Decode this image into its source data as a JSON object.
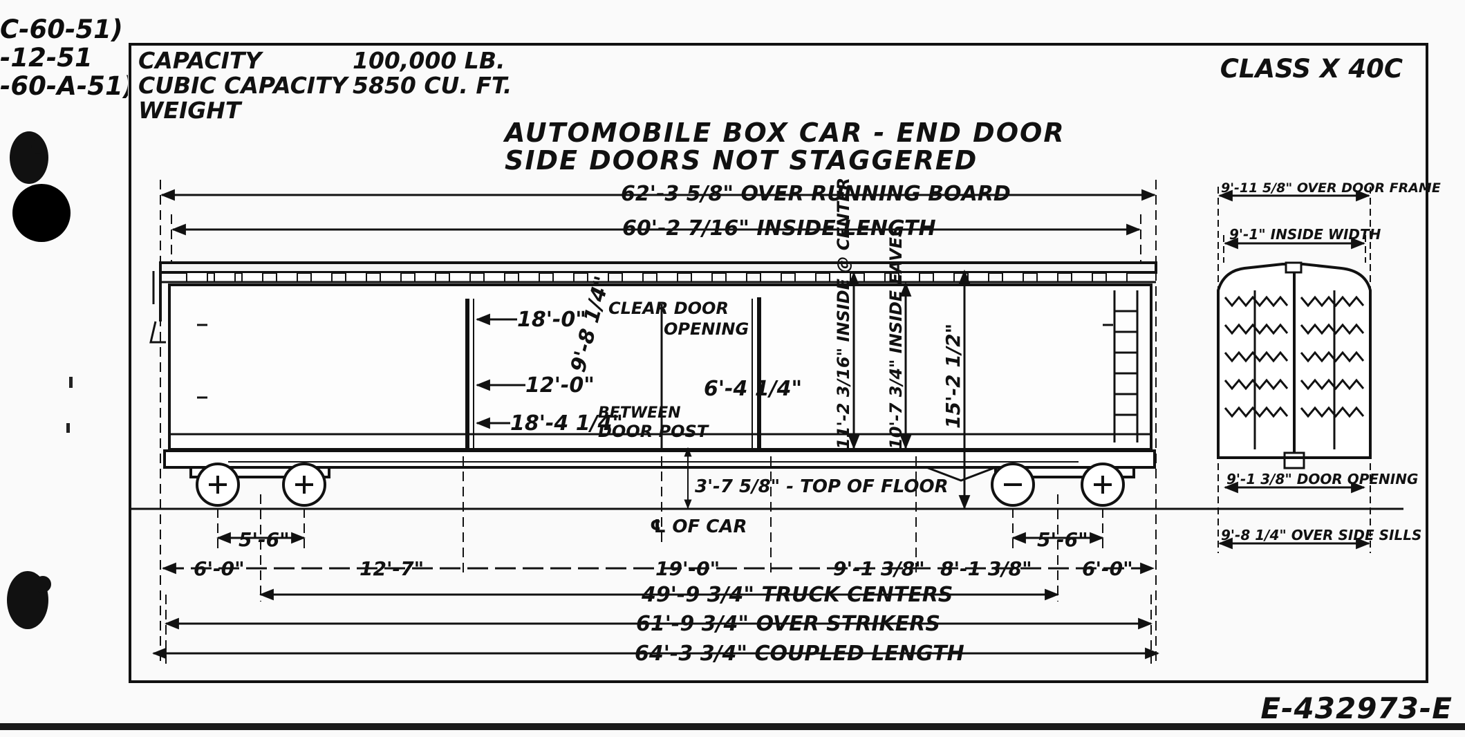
{
  "margin_notes": [
    "C-60-51)",
    "-12-51",
    "-60-A-51)"
  ],
  "specs": [
    {
      "label": "CAPACITY",
      "value": "100,000 LB."
    },
    {
      "label": "CUBIC CAPACITY",
      "value": "5850 CU. FT."
    },
    {
      "label": "WEIGHT",
      "value": ""
    }
  ],
  "class_label": "CLASS X 40C",
  "title": {
    "line1": "AUTOMOBILE BOX CAR - END DOOR",
    "line2": "SIDE DOORS NOT STAGGERED"
  },
  "side_view": {
    "over_running_board": "62'-3 5/8\" OVER RUNNING BOARD",
    "inside_length": "60'-2 7/16\" INSIDE LENGTH",
    "clear_door_value": "18'-0\"",
    "clear_door_text_1": "CLEAR DOOR",
    "clear_door_text_2": "OPENING",
    "door_height": "9'-8 1/4\"",
    "door_panel_12": "12'-0\"",
    "door_panel_6": "6'-4 1/4\"",
    "between_value": "18'-4 1/4\"",
    "between_text_1": "BETWEEN",
    "between_text_2": "DOOR POST",
    "inside_center": "11'-2 3/16\" INSIDE @ CENTER",
    "inside_eaves": "10'-7 3/4\" INSIDE EAVES",
    "height_overall": "15'-2 1/2\"",
    "top_of_floor": "3'-7 5/8\" - TOP OF FLOOR",
    "centerline": "℄ OF CAR",
    "wheelbase_left": "5'-6\"",
    "wheelbase_right": "5'-6\"",
    "dims_row": [
      "6'-0\"",
      "12'-7\"",
      "19'-0\"",
      "9'-1 3/8\"",
      "8'-1 3/8\"",
      "6'-0\""
    ],
    "truck_centers": "49'-9 3/4\" TRUCK CENTERS",
    "over_strikers": "61'-9 3/4\" OVER STRIKERS",
    "coupled_length": "64'-3 3/4\" COUPLED LENGTH"
  },
  "end_view": {
    "over_door_frame": "9'-11 5/8\" OVER DOOR FRAME",
    "inside_width": "9'-1\" INSIDE WIDTH",
    "door_opening": "9'-1 3/8\" DOOR OPENING",
    "over_side_sills": "9'-8 1/4\" OVER SIDE SILLS"
  },
  "drawing_number": "E-432973-E"
}
